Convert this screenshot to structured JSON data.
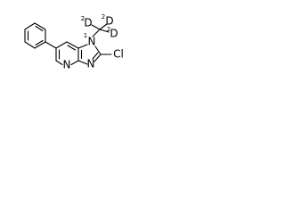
{
  "molecule": {
    "atoms": {
      "n1": "N",
      "n1_locant": "1",
      "cl": "Cl",
      "n_imidazole": "N",
      "n_pyridine": "N",
      "cd3_carbon": "C",
      "deuterium_labels": [
        "D",
        "D",
        "D"
      ],
      "deuterium_isotope": [
        "2",
        "2",
        "2"
      ]
    }
  }
}
